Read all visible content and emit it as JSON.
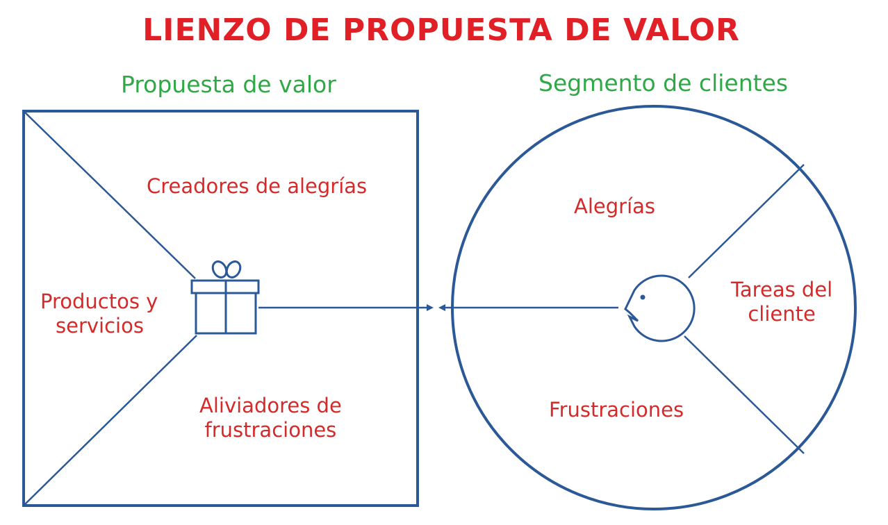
{
  "title": "LIENZO DE PROPUESTA DE VALOR",
  "value_proposition": {
    "heading": "Propuesta de valor",
    "gain_creators": "Creadores de alegrías",
    "products_services": [
      "Productos y",
      "servicios"
    ],
    "pain_relievers": [
      "Aliviadores de",
      "frustraciones"
    ],
    "icon": "gift-icon"
  },
  "customer_segment": {
    "heading": "Segmento de clientes",
    "gains": "Alegrías",
    "customer_jobs": [
      "Tareas del",
      "cliente"
    ],
    "pains": "Frustraciones",
    "icon": "customer-face-icon"
  },
  "colors": {
    "title": "#e01f26",
    "heading": "#2fa846",
    "label": "#d42a2a",
    "stroke": "#2b5896",
    "background": "#ffffff"
  }
}
